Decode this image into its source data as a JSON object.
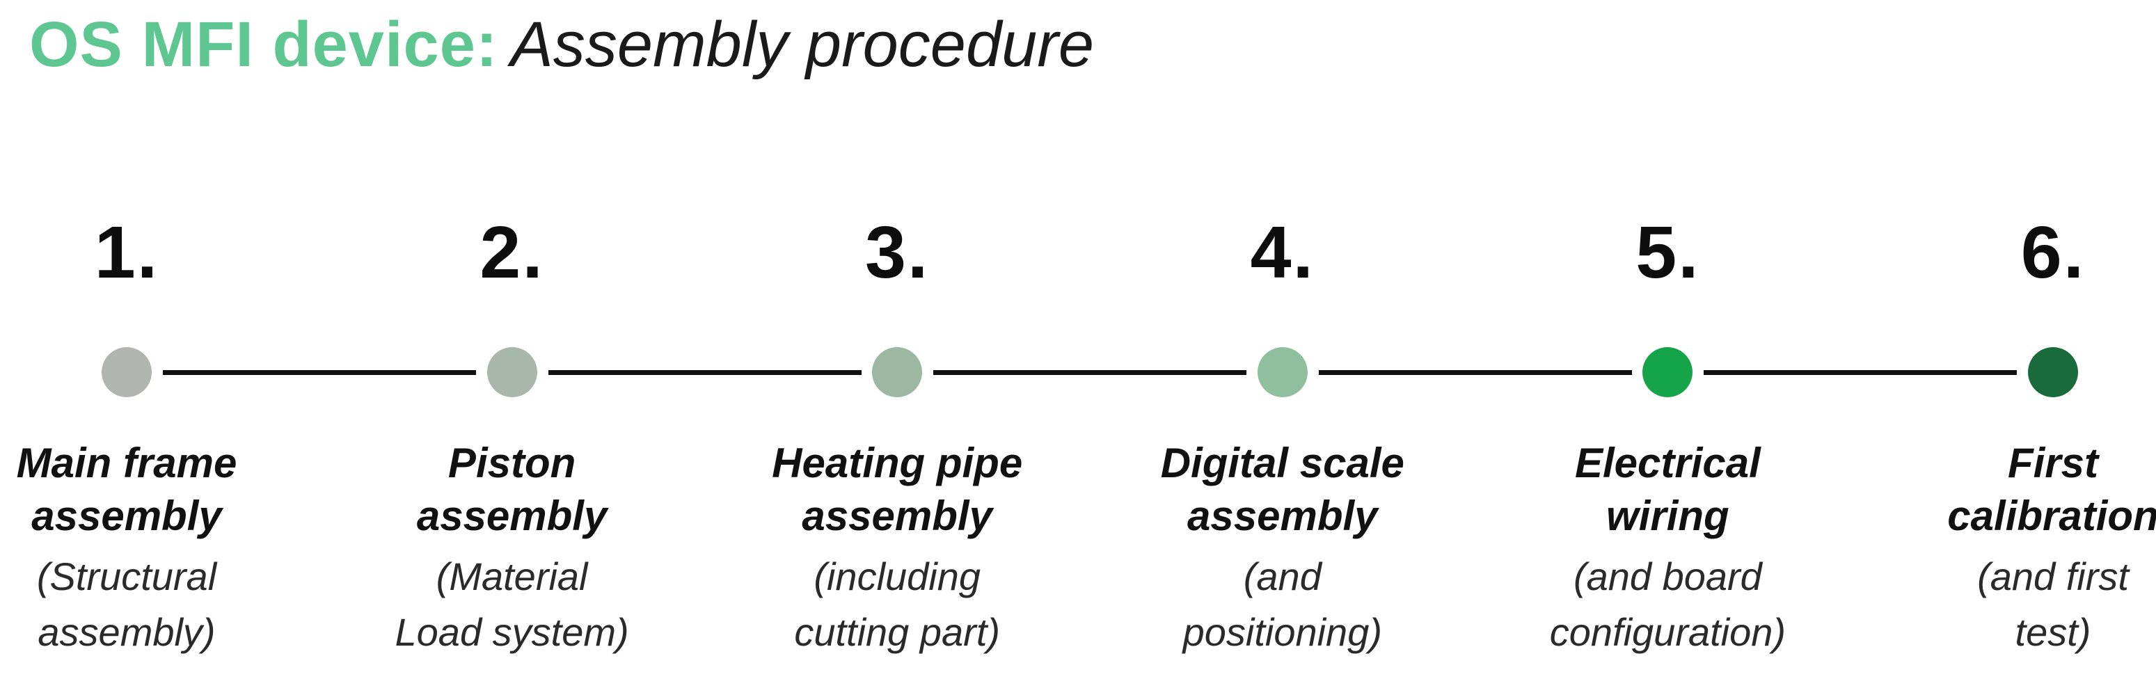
{
  "title": {
    "brand": "OS MFI device:",
    "subtitle": "Assembly procedure"
  },
  "colors": {
    "brand_green": "#5ec690",
    "connector_line": "#111111",
    "text": "#111111"
  },
  "steps": [
    {
      "number": "1.",
      "dot_color": "#b1b5b1",
      "title": "Main frame\nassembly",
      "subtitle": "(Structural\nassembly)"
    },
    {
      "number": "2.",
      "dot_color": "#a9b7ab",
      "title": "Piston\nassembly",
      "subtitle": "(Material\nLoad system)"
    },
    {
      "number": "3.",
      "dot_color": "#9cb8a3",
      "title": "Heating pipe\nassembly",
      "subtitle": "(including\ncutting part)"
    },
    {
      "number": "4.",
      "dot_color": "#8fbf9d",
      "title": "Digital scale\nassembly",
      "subtitle": "(and\npositioning)"
    },
    {
      "number": "5.",
      "dot_color": "#16a44a",
      "title": "Electrical\nwiring",
      "subtitle": "(and board\nconfiguration)"
    },
    {
      "number": "6.",
      "dot_color": "#1a6b3b",
      "title": "First\ncalibration",
      "subtitle": "(and first\ntest)"
    }
  ]
}
